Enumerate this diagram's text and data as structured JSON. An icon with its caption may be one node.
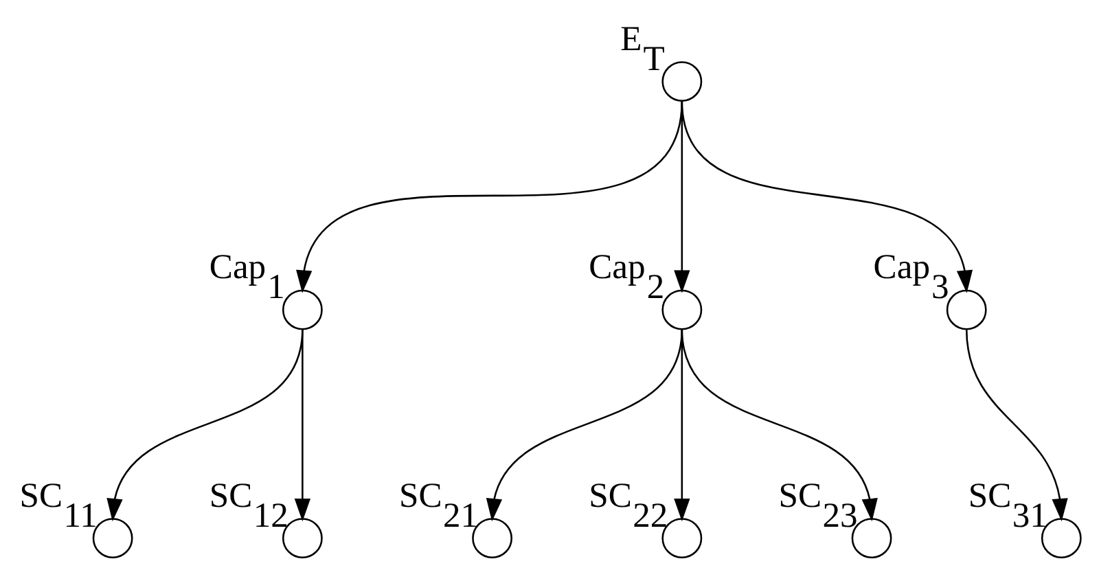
{
  "diagram": {
    "nodes": [
      {
        "text": [
          "E$_{T}$"
        ]
      },
      {
        "text": [
          "Cap$_{1}$"
        ]
      },
      {
        "text": [
          "Cap$_{2}$"
        ]
      },
      {
        "text": [
          "Cap$_{3}$"
        ]
      },
      {
        "text": [
          "SC$_{11}$"
        ]
      },
      {
        "text": [
          "SC$_{12}$"
        ]
      },
      {
        "text": [
          "SC$_{21}$"
        ]
      },
      {
        "text": [
          "SC$_{22}$"
        ]
      },
      {
        "text": [
          "SC$_{23}$"
        ]
      },
      {
        "text": [
          "SC$_{31}$"
        ]
      }
    ],
    "edges": [
      {
        "from": 0,
        "to": 1,
        "arrow": "to"
      },
      {
        "from": 0,
        "to": 2,
        "arrow": "to"
      },
      {
        "from": 0,
        "to": 3,
        "arrow": "to"
      },
      {
        "from": 1,
        "to": 4,
        "arrow": "to"
      },
      {
        "from": 1,
        "to": 5,
        "arrow": "to"
      },
      {
        "from": 2,
        "to": 6,
        "arrow": "to"
      },
      {
        "from": 2,
        "to": 7,
        "arrow": "to"
      },
      {
        "from": 2,
        "to": 8,
        "arrow": "to"
      },
      {
        "from": 3,
        "to": 9,
        "arrow": "to"
      }
    ]
  }
}
